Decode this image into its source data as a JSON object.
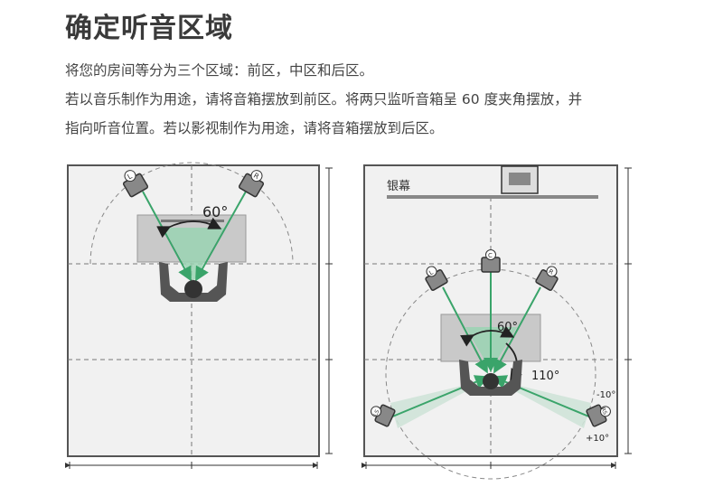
{
  "heading": "确定听音区域",
  "paragraphs": [
    "将您的房间等分为三个区域：前区，中区和后区。",
    "若以音乐制作为用途，请将音箱摆放到前区。将两只监听音箱呈 60 度夹角摆放，并",
    "指向听音位置。若以影视制作为用途，请将音箱摆放到后区。"
  ],
  "left_room": {
    "angle_label": "60°",
    "speaker_left": "L",
    "speaker_right": "R"
  },
  "right_room": {
    "screen_label": "银幕",
    "angle_label": "60°",
    "surround_angle_label": "110°",
    "minus_label": "-10°",
    "plus_label": "+10°",
    "speaker_left": "L",
    "speaker_center": "C",
    "speaker_right": "R",
    "speaker_ls": "LS",
    "speaker_rs": "RS"
  },
  "colors": {
    "room_fill": "#f1f1f1",
    "room_border": "#555555",
    "beam": "#9ad4b3",
    "arrow": "#3aa46a",
    "desk": "#c9c9c9",
    "person": "#555555"
  }
}
